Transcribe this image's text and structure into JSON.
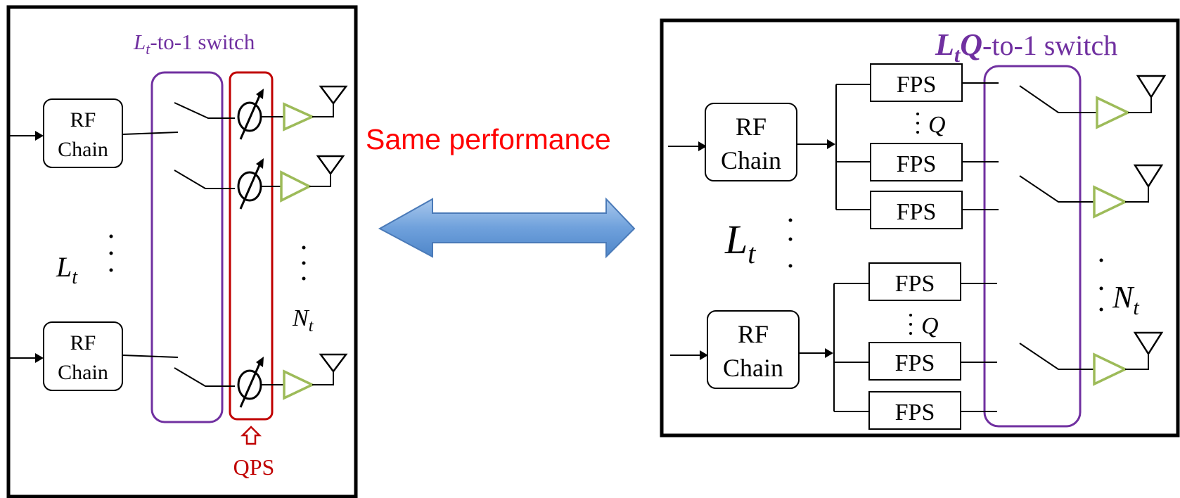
{
  "middle": {
    "caption": "Same performance",
    "caption_color": "#ff0000",
    "arrow_color": "#5b9bd5"
  },
  "left": {
    "switch_label_var": "L",
    "switch_label_sub": "t",
    "switch_label_rest": "-to-1 switch",
    "rf_chain_line1": "RF",
    "rf_chain_line2": "Chain",
    "lt_var": "L",
    "lt_sub": "t",
    "nt_var": "N",
    "nt_sub": "t",
    "qps_label": "QPS",
    "switch_color": "#7030a0",
    "qps_color": "#c00000",
    "amp_color": "#9dbb59"
  },
  "right": {
    "switch_label_var": "L",
    "switch_label_sub": "t",
    "switch_label_q": "Q",
    "switch_label_rest": "-to-1 switch",
    "rf_chain_line1": "RF",
    "rf_chain_line2": "Chain",
    "fps_label": "FPS",
    "q_label": "Q",
    "lt_var": "L",
    "lt_sub": "t",
    "nt_var": "N",
    "nt_sub": "t"
  }
}
